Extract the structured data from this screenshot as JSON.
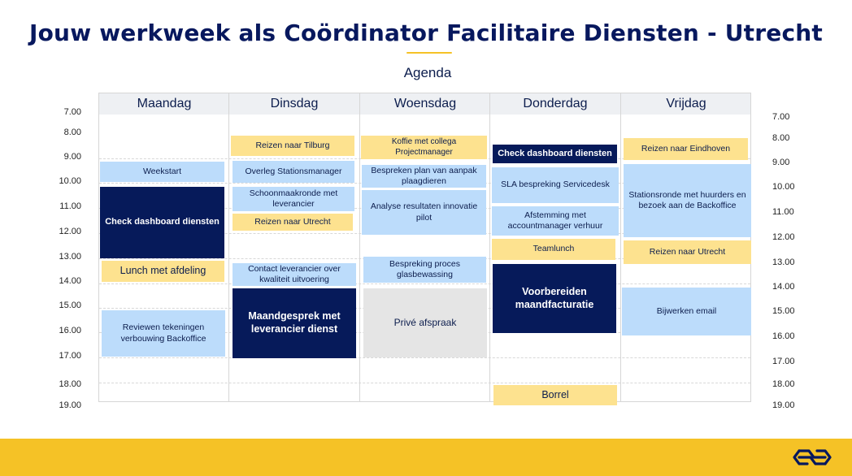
{
  "title": "Jouw werkweek als Coördinator Facilitaire Diensten - Utrecht",
  "subtitle": "Agenda",
  "days": [
    "Maandag",
    "Dinsdag",
    "Woensdag",
    "Donderdag",
    "Vrijdag"
  ],
  "times_left": [
    "7.00",
    "8.00",
    "9.00",
    "10.00",
    "11.00",
    "12.00",
    "13.00",
    "14.00",
    "15.00",
    "16.00",
    "17.00",
    "18.00",
    "19.00"
  ],
  "times_right": [
    "7.00",
    "8.00",
    "9.00",
    "10.00",
    "11.00",
    "12.00",
    "13.00",
    "14.00",
    "15.00",
    "16.00",
    "17.00",
    "18.00",
    "19.00"
  ],
  "events": {
    "maandag": [
      {
        "label": "Weekstart",
        "color": "blue"
      },
      {
        "label": "Check dashboard diensten",
        "color": "navy"
      },
      {
        "label": "Lunch met afdeling",
        "color": "yellow"
      },
      {
        "label": "Reviewen tekeningen verbouwing Backoffice",
        "color": "blue"
      }
    ],
    "dinsdag": [
      {
        "label": "Reizen naar Tilburg",
        "color": "yellow"
      },
      {
        "label": "Overleg Stationsmanager",
        "color": "blue"
      },
      {
        "label": "Schoonmaakronde met leverancier",
        "color": "blue"
      },
      {
        "label": "Reizen naar Utrecht",
        "color": "yellow"
      },
      {
        "label": "Contact leverancier over kwaliteit uitvoering",
        "color": "blue"
      },
      {
        "label": "Maandgesprek met leverancier dienst",
        "color": "navy"
      }
    ],
    "woensdag": [
      {
        "label": "Koffie met collega Projectmanager",
        "color": "yellow"
      },
      {
        "label": "Bespreken plan van aanpak plaagdieren",
        "color": "blue"
      },
      {
        "label": "Analyse resultaten innovatie pilot",
        "color": "blue"
      },
      {
        "label": "Bespreking proces glasbewassing",
        "color": "blue"
      },
      {
        "label": "Privé afspraak",
        "color": "grey"
      }
    ],
    "donderdag": [
      {
        "label": "Check dashboard diensten",
        "color": "navy"
      },
      {
        "label": "SLA bespreking Servicedesk",
        "color": "blue"
      },
      {
        "label": "Afstemming met accountmanager verhuur",
        "color": "blue"
      },
      {
        "label": "Teamlunch",
        "color": "yellow"
      },
      {
        "label": "Voorbereiden maandfacturatie",
        "color": "navy"
      },
      {
        "label": "Borrel",
        "color": "yellow"
      }
    ],
    "vrijdag": [
      {
        "label": "Reizen naar Eindhoven",
        "color": "yellow"
      },
      {
        "label": "Stationsronde met huurders en bezoek aan de Backoffice",
        "color": "blue"
      },
      {
        "label": "Reizen naar Utrecht",
        "color": "yellow"
      },
      {
        "label": "Bijwerken email",
        "color": "blue"
      }
    ]
  },
  "colors": {
    "navy": "#061a5a",
    "light_blue": "#bcdcfb",
    "yellow": "#fde28f",
    "grey": "#e5e5e5",
    "brand_yellow": "#f5c226",
    "title_color": "#07185e"
  },
  "logo_icon": "ns-logo-icon"
}
